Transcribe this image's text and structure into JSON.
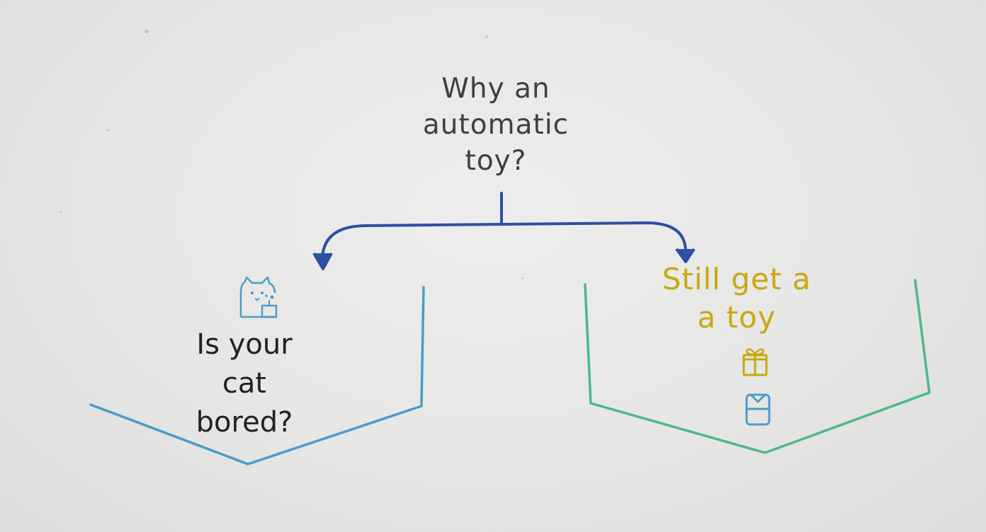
{
  "question": {
    "lines": [
      "Why an",
      "automatic",
      "toy?"
    ]
  },
  "left_branch": {
    "lines": [
      "Is your",
      "cat",
      "bored?"
    ],
    "icon": "cat-with-toy-icon",
    "color": "#4a9cc9"
  },
  "right_branch": {
    "lines": [
      "Still get a",
      "a toy"
    ],
    "icons": [
      "gift-icon",
      "box-icon"
    ],
    "text_color": "#c6a90f",
    "outline_color": "#4bb88e"
  },
  "connector_color": "#2e4fa3"
}
